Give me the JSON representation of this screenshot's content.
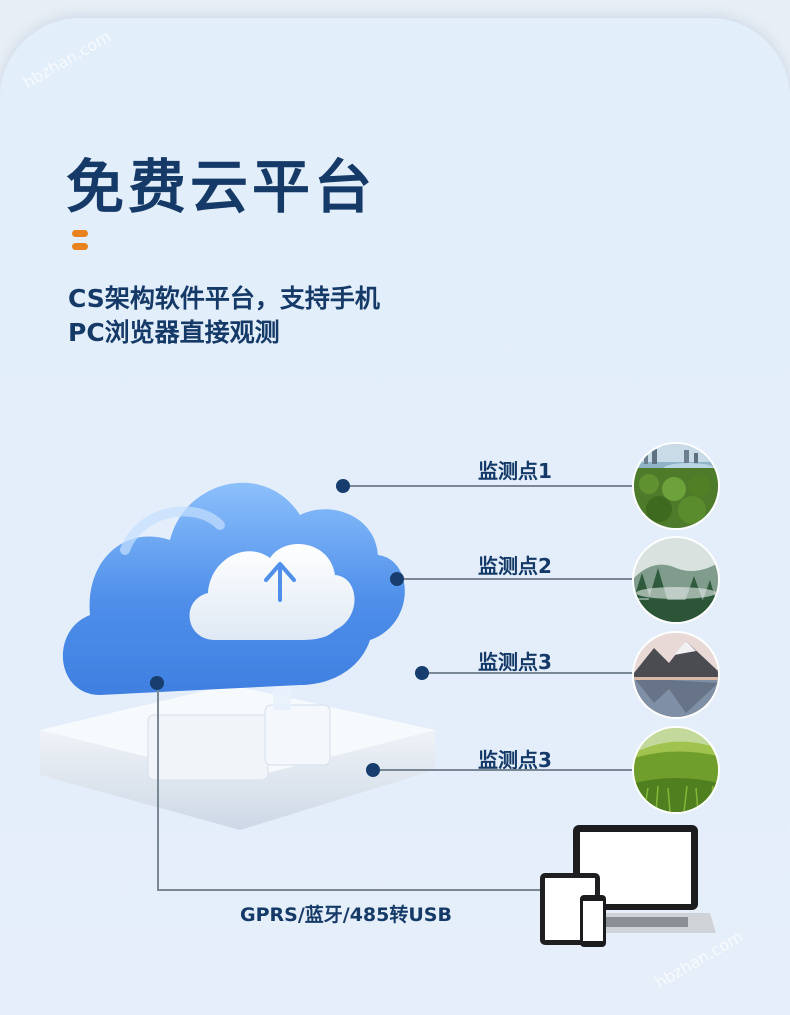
{
  "header": {
    "title": "免费云平台",
    "subtitle_line1": "CS架构软件平台，支持手机",
    "subtitle_line2": "PC浏览器直接观测"
  },
  "monitoring_points": [
    {
      "label": "监测点1",
      "scene": "forest-city-icon"
    },
    {
      "label": "监测点2",
      "scene": "misty-forest-icon"
    },
    {
      "label": "监测点3",
      "scene": "mountain-lake-icon"
    },
    {
      "label": "监测点3",
      "scene": "wheat-field-icon"
    }
  ],
  "connection_label": "GPRS/蓝牙/485转USB",
  "watermark": "hbzhan.com",
  "colors": {
    "title": "#153a67",
    "accent": "#e8811e",
    "dot": "#163d6d",
    "cloud": "#5b9ef0"
  }
}
